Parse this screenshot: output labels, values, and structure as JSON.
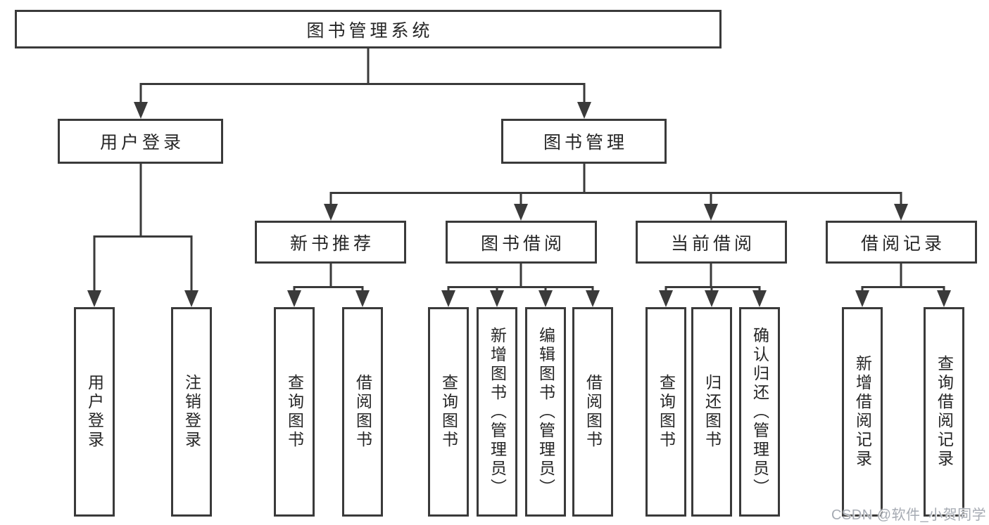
{
  "diagram": {
    "title": "图书管理系统",
    "root": {
      "label": "图书管理系统"
    },
    "branches": [
      {
        "label": "用户登录",
        "children": [
          {
            "label": "用户登录"
          },
          {
            "label": "注销登录"
          }
        ]
      },
      {
        "label": "图书管理",
        "children": [
          {
            "label": "新书推荐",
            "children": [
              {
                "label": "查询图书"
              },
              {
                "label": "借阅图书"
              }
            ]
          },
          {
            "label": "图书借阅",
            "children": [
              {
                "label": "查询图书"
              },
              {
                "label": "新增图书（管理员）"
              },
              {
                "label": "编辑图书（管理员）"
              },
              {
                "label": "借阅图书"
              }
            ]
          },
          {
            "label": "当前借阅",
            "children": [
              {
                "label": "查询图书"
              },
              {
                "label": "归还图书"
              },
              {
                "label": "确认归还（管理员）"
              }
            ]
          },
          {
            "label": "借阅记录",
            "children": [
              {
                "label": "新增借阅记录"
              },
              {
                "label": "查询借阅记录"
              }
            ]
          }
        ]
      }
    ]
  },
  "watermark": {
    "text": "CSDN @软件_小贺同学"
  },
  "colors": {
    "line": "#3a3a3a",
    "box_border": "#3a3a3a",
    "box_fill": "#ffffff",
    "text": "#262626",
    "watermark": "#a6abb3",
    "background": "#ffffff"
  }
}
